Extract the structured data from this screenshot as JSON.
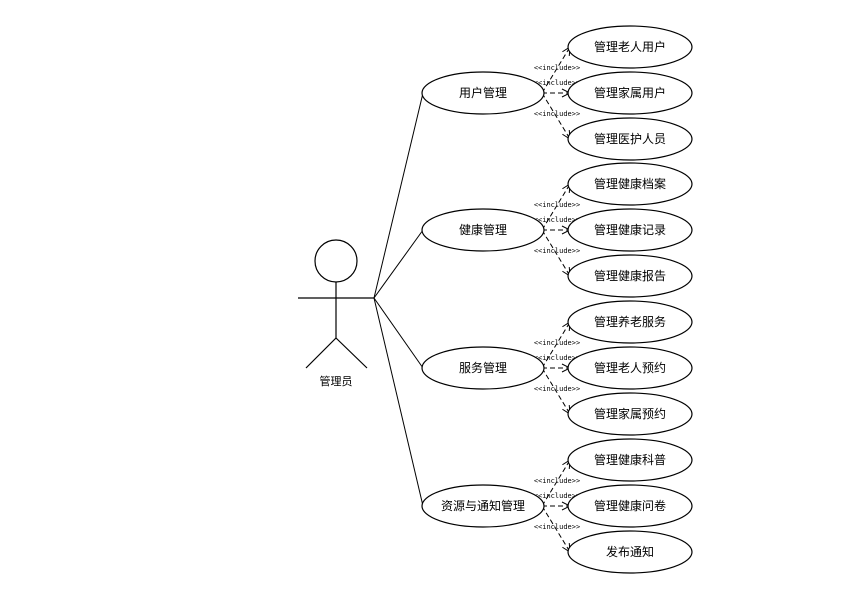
{
  "actor": {
    "name": "管理员"
  },
  "include_label": "<<include>>",
  "groups": [
    {
      "name": "用户管理",
      "children": [
        "管理老人用户",
        "管理家属用户",
        "管理医护人员"
      ]
    },
    {
      "name": "健康管理",
      "children": [
        "管理健康档案",
        "管理健康记录",
        "管理健康报告"
      ]
    },
    {
      "name": "服务管理",
      "children": [
        "管理养老服务",
        "管理老人预约",
        "管理家属预约"
      ]
    },
    {
      "name": "资源与通知管理",
      "children": [
        "管理健康科普",
        "管理健康问卷",
        "发布通知"
      ]
    }
  ]
}
